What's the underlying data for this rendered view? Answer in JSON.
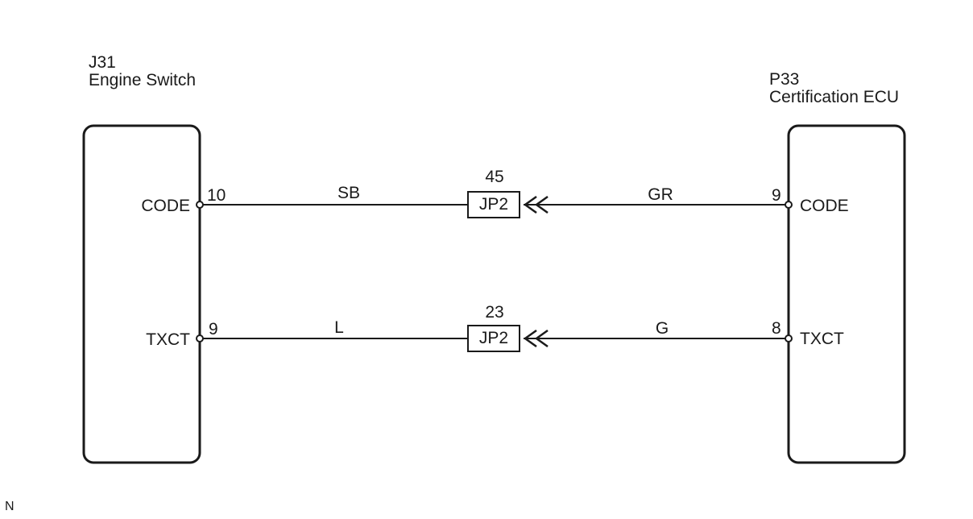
{
  "left_ecu": {
    "code": "J31",
    "name": "Engine Switch"
  },
  "right_ecu": {
    "code": "P33",
    "name": "Certification ECU"
  },
  "circuits": [
    {
      "left_pin": "10",
      "left_signal": "CODE",
      "left_wire": "SB",
      "junction": "JP2",
      "junction_pin": "45",
      "right_wire": "GR",
      "right_pin": "9",
      "right_signal": "CODE"
    },
    {
      "left_pin": "9",
      "left_signal": "TXCT",
      "left_wire": "L",
      "junction": "JP2",
      "junction_pin": "23",
      "right_wire": "G",
      "right_pin": "8",
      "right_signal": "TXCT"
    }
  ],
  "corner_mark": "N"
}
